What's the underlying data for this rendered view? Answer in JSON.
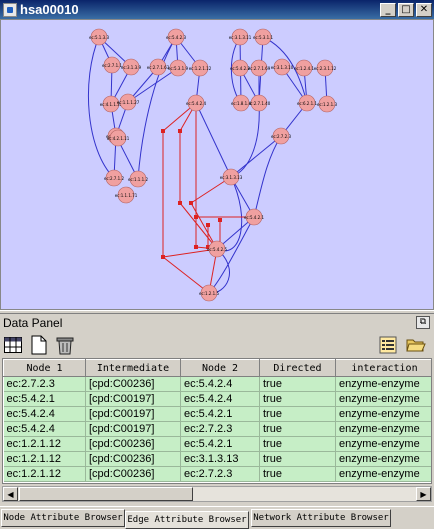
{
  "window": {
    "title": "hsa00010",
    "minimize_glyph": "_",
    "maximize_glyph": "□",
    "close_glyph": "✕"
  },
  "network": {
    "nodes": [
      {
        "label": "ec:5.1.3.3"
      },
      {
        "label": "ec:5.4.2.3"
      },
      {
        "label": "ec:3.1.3.11"
      },
      {
        "label": "ec:5.3.1.1"
      },
      {
        "label": "ec:2.7.1.1"
      },
      {
        "label": "ec:3.1.3.9"
      },
      {
        "label": "ec:2.7.1.63"
      },
      {
        "label": "ec:5.3.1.9"
      },
      {
        "label": "ec:1.2.1.12"
      },
      {
        "label": "ec:5.4.2.2"
      },
      {
        "label": "ec:2.7.1.69"
      },
      {
        "label": "ec:3.1.3.10"
      },
      {
        "label": "ec:1.2.4.1"
      },
      {
        "label": "ec:2.3.1.12"
      },
      {
        "label": "ec:4.1.1.32"
      },
      {
        "label": "ec:1.1.1.27"
      },
      {
        "label": "ec:2.7.1.40"
      },
      {
        "label": "ec:1.8.1.4"
      },
      {
        "label": "ec:6.2.1.1"
      },
      {
        "label": "ec:1.2.1.3"
      },
      {
        "label": "ec:1.1.1.1"
      },
      {
        "label": "ec:4.2.1.11"
      },
      {
        "label": "ec:5.4.2.4"
      },
      {
        "label": "ec:3.1.3.13"
      },
      {
        "label": "ec:5.4.2.1"
      },
      {
        "label": "ec:2.7.2.3"
      },
      {
        "label": "ec:1.1.1.2"
      },
      {
        "label": "ec:2.7.1.2"
      },
      {
        "label": "ec:5.4.2.5"
      },
      {
        "label": "ec:1.2.1.5"
      },
      {
        "label": "ec:1.1.1.71"
      }
    ]
  },
  "panel": {
    "title": "Data Panel",
    "float_glyph": "⧉"
  },
  "toolbar": {
    "icons": [
      "table-select-icon",
      "new-document-icon",
      "delete-icon",
      "attribute-list-icon",
      "folder-open-icon"
    ]
  },
  "table": {
    "columns": [
      "Node 1",
      "Intermediate",
      "Node 2",
      "Directed",
      "interaction"
    ],
    "rows": [
      [
        "ec:2.7.2.3",
        "[cpd:C00236]",
        "ec:5.4.2.4",
        "true",
        "enzyme-enzyme"
      ],
      [
        "ec:5.4.2.1",
        "[cpd:C00197]",
        "ec:5.4.2.4",
        "true",
        "enzyme-enzyme"
      ],
      [
        "ec:5.4.2.4",
        "[cpd:C00197]",
        "ec:5.4.2.1",
        "true",
        "enzyme-enzyme"
      ],
      [
        "ec:5.4.2.4",
        "[cpd:C00197]",
        "ec:2.7.2.3",
        "true",
        "enzyme-enzyme"
      ],
      [
        "ec:1.2.1.12",
        "[cpd:C00236]",
        "ec:5.4.2.1",
        "true",
        "enzyme-enzyme"
      ],
      [
        "ec:1.2.1.12",
        "[cpd:C00236]",
        "ec:3.1.3.13",
        "true",
        "enzyme-enzyme"
      ],
      [
        "ec:1.2.1.12",
        "[cpd:C00236]",
        "ec:2.7.2.3",
        "true",
        "enzyme-enzyme"
      ]
    ]
  },
  "scrollbar": {
    "left_glyph": "◀",
    "right_glyph": "▶"
  },
  "tabs": [
    "Node Attribute Browser",
    "Edge Attribute Browser",
    "Network Attribute Browser"
  ],
  "active_tab": "Edge Attribute Browser",
  "colors": {
    "canvas": "#ccccff",
    "node_fill": "#f0a0a0",
    "edge_blue": "#3333cc",
    "edge_red": "#dd2222",
    "row_green": "#c6eec6"
  }
}
